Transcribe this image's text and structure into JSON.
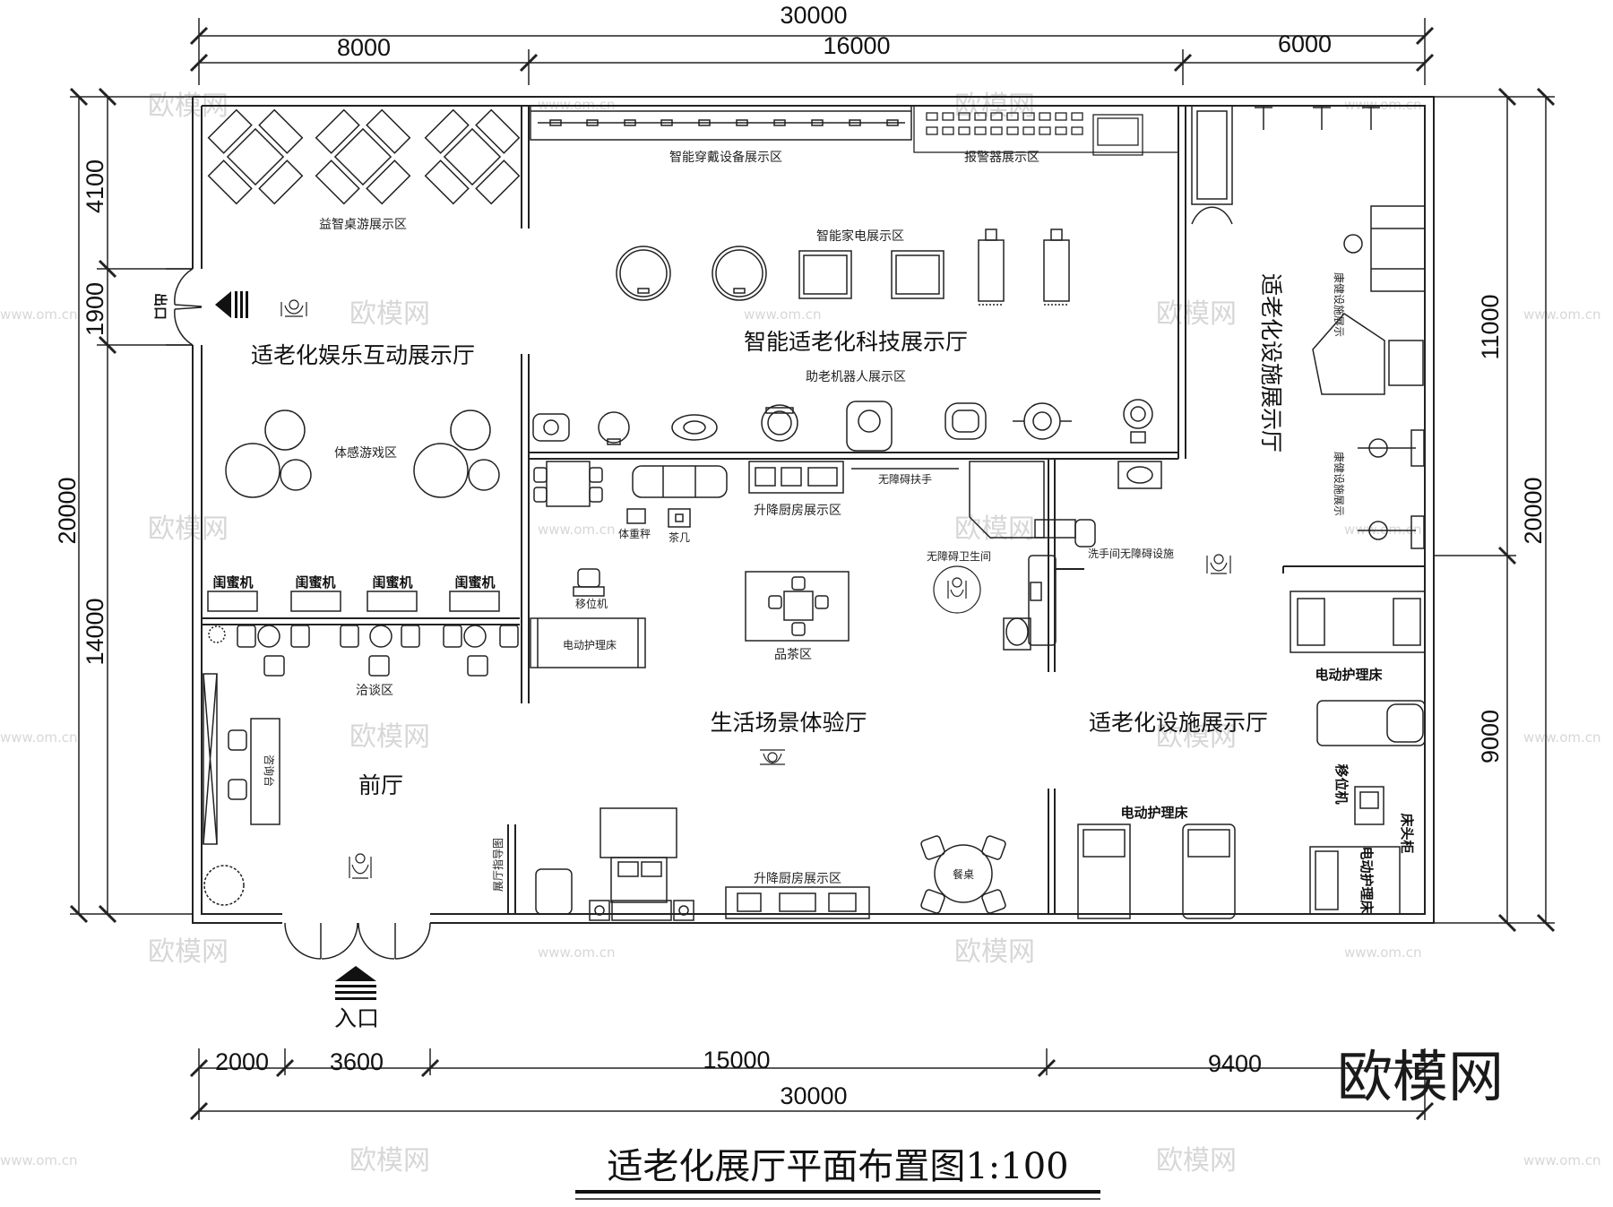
{
  "dimensions": {
    "top_total": "30000",
    "top_segments": [
      "8000",
      "16000",
      "6000"
    ],
    "bottom_segments": [
      "2000",
      "3600",
      "15000",
      "9400"
    ],
    "bottom_total": "30000",
    "left_outer": "20000",
    "left_segments": [
      "4100",
      "1900",
      "14000"
    ],
    "right_outer": "20000",
    "right_segments": [
      "11000",
      "9000"
    ]
  },
  "doors": {
    "exit": "出口",
    "entrance": "入口"
  },
  "halls": {
    "entertainment": "适老化娱乐互动展示厅",
    "tech": "智能适老化科技展示厅",
    "facility_vertical": "适老化设施展示厅",
    "life": "生活场景体验厅",
    "facility": "适老化设施展示厅",
    "lobby": "前厅"
  },
  "zones": {
    "board_games": "益智桌游展示区",
    "wearables": "智能穿戴设备展示区",
    "alarms": "报警器展示区",
    "appliances": "智能家电展示区",
    "robots": "助老机器人展示区",
    "motion_games": "体感游戏区",
    "kitchen_top": "升降厨房展示区",
    "handrail": "无障碍扶手",
    "bathroom": "无障碍卫生间",
    "wash_facility": "洗手间无障碍设施",
    "scale": "体重秤",
    "tea_table": "茶几",
    "transfer": "移位机",
    "nursing_bed_room": "电动护理床",
    "tea_area": "品茶区",
    "talk_area": "洽谈区",
    "counter": "咨询台",
    "lobby_guide": "展厅指导图",
    "kitchen_bottom": "升降厨房展示区",
    "nursing_bed_right": "电动护理床",
    "nursing_bed_bottom": "电动护理床",
    "transfer_right": "移位机",
    "cabinet": "床头柜",
    "nursing_bed_rot": "电动护理床",
    "rehab_1": "康健设施展示",
    "rehab_2": "康健设施展示",
    "dining": "餐桌"
  },
  "besties": [
    "闺蜜机",
    "闺蜜机",
    "闺蜜机",
    "闺蜜机"
  ],
  "title": "适老化展厅平面布置图1:100",
  "brand": "欧模网",
  "watermark": {
    "text": "欧模网",
    "url": "www.om.cn"
  }
}
